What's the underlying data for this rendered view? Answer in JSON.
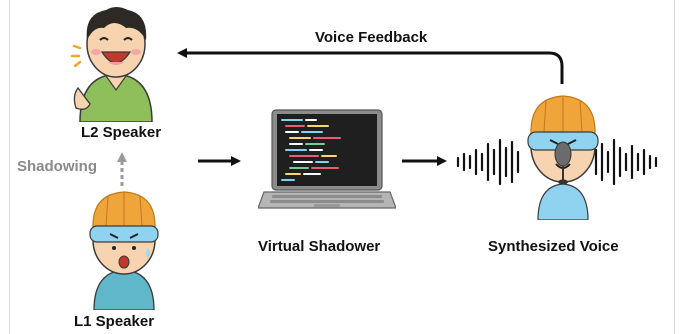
{
  "labels": {
    "voice_feedback": "Voice Feedback",
    "l2_speaker": "L2 Speaker",
    "shadowing": "Shadowing",
    "l1_speaker": "L1 Speaker",
    "virtual_shadower": "Virtual Shadower",
    "synthesized_voice": "Synthesized Voice"
  },
  "icons": {
    "l2_speaker": "laughing-man-icon",
    "l1_speaker": "worried-headset-person-icon",
    "laptop": "laptop-code-icon",
    "waveform": "audio-waveform-icon",
    "synth_speaker": "headset-microphone-person-icon"
  },
  "colors": {
    "arrow": "#111111",
    "shadowing_arrow": "#9a9a9a",
    "green_shirt": "#8fbf5a",
    "hair_orange": "#f0a53a",
    "headset_blue": "#8fd3f0",
    "skin": "#f7d3b0"
  }
}
